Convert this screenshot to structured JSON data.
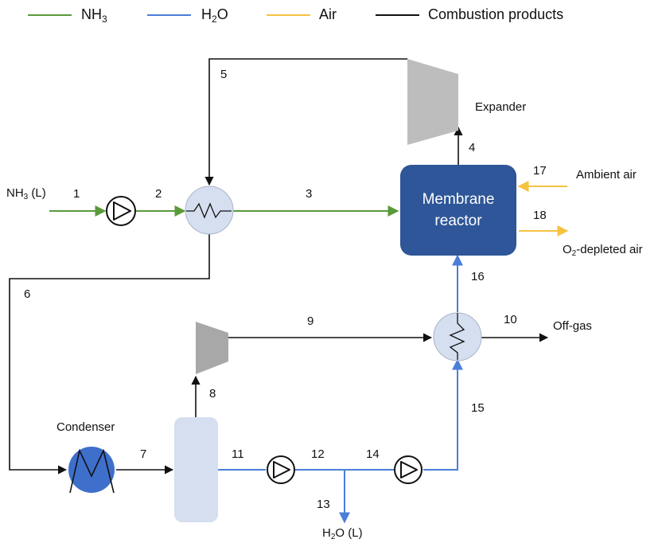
{
  "colors": {
    "nh3": "#5a9a3a",
    "h2o": "#4a7fd8",
    "air": "#f5c342",
    "combustion": "#111111",
    "reactor": "#2e5698",
    "hx": "#d6dff0",
    "separator": "#d6dff0",
    "condenser": "#3e6fcb",
    "turbine": "#bdbdbd"
  },
  "legend": [
    {
      "key": "nh3",
      "label_main": "NH",
      "label_sub": "3",
      "color": "#5a9a3a"
    },
    {
      "key": "h2o",
      "label_main": "H",
      "label_sub": "2",
      "label_tail": "O",
      "color": "#4a7fd8"
    },
    {
      "key": "air",
      "label_main": "Air",
      "color": "#f5c342"
    },
    {
      "key": "combustion",
      "label_main": "Combustion products",
      "color": "#111111"
    }
  ],
  "equipment": {
    "reactor_line1": "Membrane",
    "reactor_line2": "reactor",
    "expander": "Expander",
    "condenser": "Condenser"
  },
  "streams": {
    "s1": "1",
    "s2": "2",
    "s3": "3",
    "s4": "4",
    "s5": "5",
    "s6": "6",
    "s7": "7",
    "s8": "8",
    "s9": "9",
    "s10": "10",
    "s11": "11",
    "s12": "12",
    "s13": "13",
    "s14": "14",
    "s15": "15",
    "s16": "16",
    "s17": "17",
    "s18": "18"
  },
  "labels": {
    "nh3_in_main": "NH",
    "nh3_in_sub": "3",
    "nh3_in_tail": " (L)",
    "ambient_air": "Ambient air",
    "o2_main": "O",
    "o2_sub": "2",
    "o2_tail": "-depleted air",
    "off_gas": "Off-gas",
    "h2o_out_main": "H",
    "h2o_out_sub": "2",
    "h2o_out_tail": "O (L)"
  }
}
